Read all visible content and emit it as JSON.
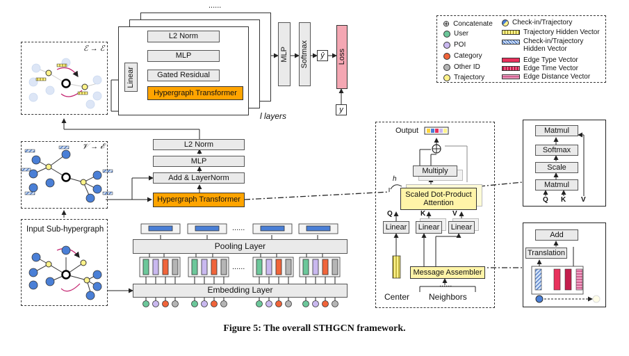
{
  "caption": "Figure 5: The overall STHGCN framework.",
  "top_stack": {
    "dots": "......",
    "l2norm": "L2 Norm",
    "mlp": "MLP",
    "gated_residual": "Gated Residual",
    "linear": "Linear",
    "transformer": "Hypergraph Transformer",
    "layers": "l layers"
  },
  "output_head": {
    "mlp": "MLP",
    "softmax": "Softmax",
    "yhat": "ŷ",
    "loss": "Loss",
    "y": "y"
  },
  "graph_labels": {
    "e2e": "ℰ → ℰ",
    "v2e": "𝒱 → ℰ",
    "input": "Input Sub-hypergraph"
  },
  "mid_stack": {
    "l2norm": "L2 Norm",
    "mlp": "MLP",
    "add_norm": "Add & LayerNorm",
    "transformer": "Hypergraph Transformer"
  },
  "bottom": {
    "pooling": "Pooling Layer",
    "embedding": "Embedding Layer",
    "dots": "......"
  },
  "attention": {
    "output": "Output",
    "multiply": "Multiply",
    "sdpa": "Scaled Dot-Product Attention",
    "h": "h",
    "q": "Q",
    "k": "K",
    "v": "V",
    "linear": "Linear",
    "message_assembler": "Message Assembler",
    "center": "Center",
    "neighbors": "Neighbors",
    "dots": "......"
  },
  "sdpa_detail": {
    "matmul_top": "Matmul",
    "softmax": "Softmax",
    "scale": "Scale",
    "matmul_bottom": "Matmul",
    "q": "Q",
    "k": "K",
    "v": "V"
  },
  "assembler_detail": {
    "add": "Add",
    "translation": "Translation"
  },
  "legend": {
    "items": [
      {
        "label": "Concatenate",
        "icon": "concatenate-icon"
      },
      {
        "label": "User",
        "color": "#6cc79a"
      },
      {
        "label": "POI",
        "color": "#c9b8ef"
      },
      {
        "label": "Category",
        "color": "#f0643a"
      },
      {
        "label": "Other ID",
        "color": "#b5b5b5"
      },
      {
        "label": "Trajectory",
        "color": "#fff38a"
      },
      {
        "label": "Check-in/Trajectory",
        "color": "#4a7fd6"
      },
      {
        "label": "Trajectory Hidden Vector",
        "color": "#fff4a8"
      },
      {
        "label": "Check-in/Trajectory Hidden Vector",
        "color": "#4a7fd6"
      },
      {
        "label": "Edge Type Vector",
        "color": "#e8315c"
      },
      {
        "label": "Edge Time Vector",
        "color": "#c41e4d"
      },
      {
        "label": "Edge Distance Vector",
        "color": "#e87ab5"
      }
    ]
  }
}
